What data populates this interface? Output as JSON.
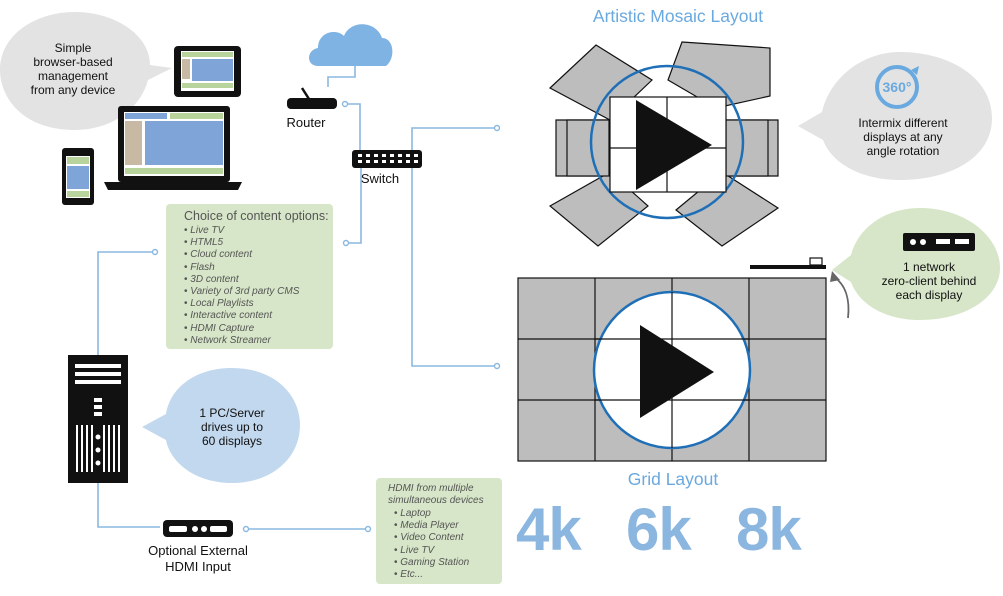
{
  "bubbles": {
    "browser": [
      "Simple",
      "browser-based",
      "management",
      "from any device"
    ],
    "rotation": [
      "Intermix different",
      "displays at any",
      "angle rotation"
    ],
    "rotation_badge": "360°",
    "zero_client": [
      "1 network",
      "zero-client behind",
      "each display"
    ],
    "pc_server": [
      "1 PC/Server",
      "drives up to",
      "60 displays"
    ]
  },
  "devices": {
    "router_label": "Router",
    "switch_label": "Switch",
    "hdmi_input_label": [
      "Optional External",
      "HDMI Input"
    ]
  },
  "content_options": {
    "heading": "Choice of content options:",
    "items": [
      "Live TV",
      "HTML5",
      "Cloud content",
      "Flash",
      "3D content",
      "Variety of 3rd party CMS",
      "Local Playlists",
      "Interactive content",
      "HDMI Capture",
      "Network Streamer"
    ]
  },
  "hdmi_sources": {
    "heading": [
      "HDMI from multiple",
      "simultaneous devices"
    ],
    "items": [
      "Laptop",
      "Media Player",
      "Video Content",
      "Live TV",
      "Gaming Station",
      "Etc..."
    ]
  },
  "layouts": {
    "mosaic_title": "Artistic Mosaic Layout",
    "grid_title": "Grid Layout"
  },
  "resolutions": [
    "4k",
    "6k",
    "8k"
  ],
  "colors": {
    "accent_blue": "#6aa9df",
    "line_blue": "#8ab8e0",
    "bubble_gray": "#e3e3e3",
    "bubble_green": "#d7e6c8",
    "bubble_blue": "#c2d8ee",
    "panel_gray": "#bdbdbd",
    "circle_blue": "#1f6fb7"
  }
}
